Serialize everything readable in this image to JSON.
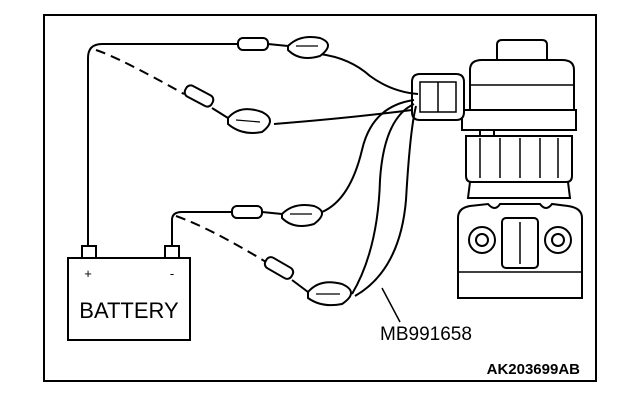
{
  "battery": {
    "label": "BATTERY",
    "positive_terminal": "+",
    "negative_terminal": "-"
  },
  "harness_label": "MB991658",
  "figure_code": "AK203699AB"
}
